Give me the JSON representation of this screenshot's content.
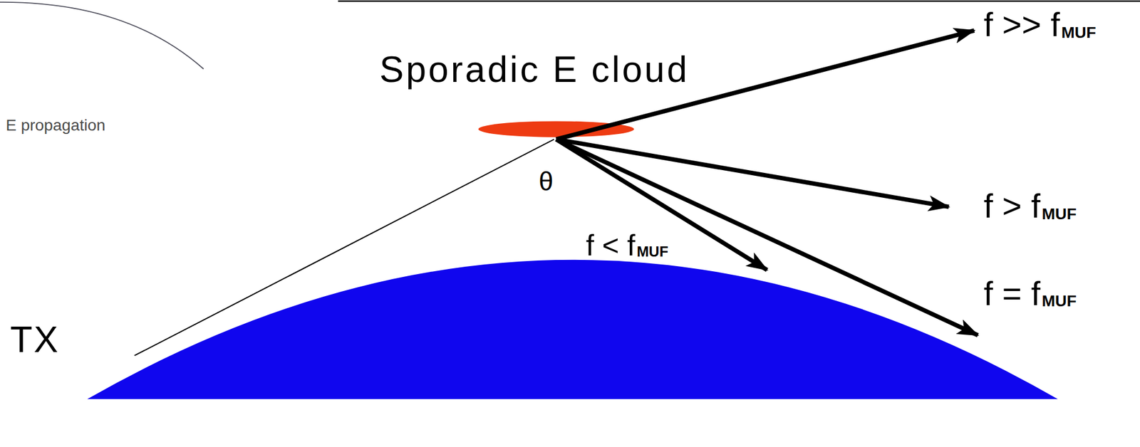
{
  "diagram": {
    "labels": [
      "E propagation",
      "Sporadic E cloud",
      "θ",
      "TX",
      "f >> f",
      "MUF",
      "f > f",
      "MUF",
      "f = f",
      "MUF",
      "f < f",
      "MUF"
    ]
  }
}
